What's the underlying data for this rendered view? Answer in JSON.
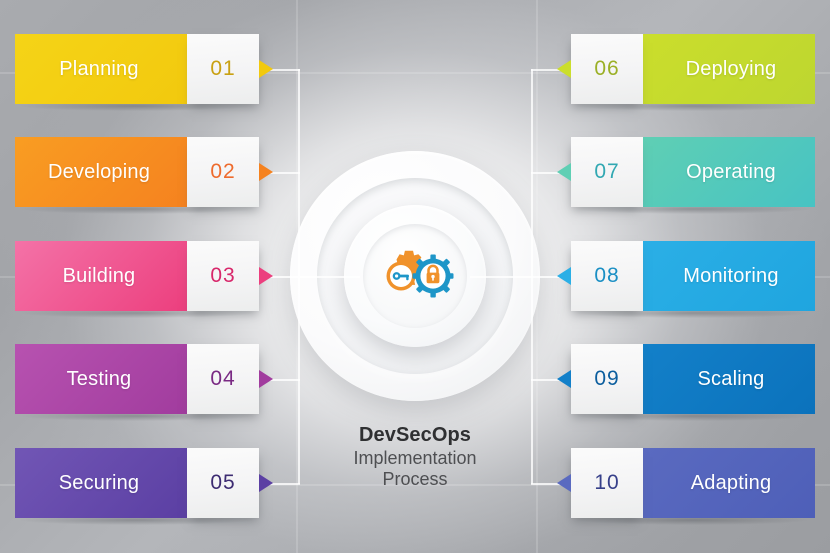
{
  "background": {
    "base_color": "#a3a5a9",
    "hub_glow_color": "#ffffff"
  },
  "center": {
    "title": "DevSecOps",
    "subtitle_line1": "Implementation",
    "subtitle_line2": "Process",
    "icons": [
      {
        "name": "gear-key-icon",
        "color": "#F0922B",
        "inner": "key"
      },
      {
        "name": "gear-lock-icon",
        "color": "#1E96C8",
        "inner": "padlock"
      }
    ]
  },
  "left_steps": [
    {
      "number": "01",
      "label": "Planning",
      "color": "#F5D417",
      "color_to": "#F2C90E",
      "num_color": "#C9A113"
    },
    {
      "number": "02",
      "label": "Developing",
      "color": "#F99D22",
      "color_to": "#F5821F",
      "num_color": "#EE6B2D"
    },
    {
      "number": "03",
      "label": "Building",
      "color": "#F472A7",
      "color_to": "#EC3F7E",
      "num_color": "#D8276B"
    },
    {
      "number": "04",
      "label": "Testing",
      "color": "#B752B0",
      "color_to": "#A13C9E",
      "num_color": "#7A2A84"
    },
    {
      "number": "05",
      "label": "Securing",
      "color": "#7156B5",
      "color_to": "#5B3FA3",
      "num_color": "#3D2C72"
    }
  ],
  "right_steps": [
    {
      "number": "06",
      "label": "Deploying",
      "color": "#BDD630",
      "color_to": "#CBDE2C",
      "num_color": "#9BB027"
    },
    {
      "number": "07",
      "label": "Operating",
      "color": "#47C3C3",
      "color_to": "#5FCFB4",
      "num_color": "#32A8B2"
    },
    {
      "number": "08",
      "label": "Monitoring",
      "color": "#1FA5DF",
      "color_to": "#2BAFE6",
      "num_color": "#1B8FC4"
    },
    {
      "number": "09",
      "label": "Scaling",
      "color": "#0B72BC",
      "color_to": "#1380C9",
      "num_color": "#0C5E9E"
    },
    {
      "number": "10",
      "label": "Adapting",
      "color": "#4E5FB8",
      "color_to": "#5A6AC0",
      "num_color": "#37408A"
    }
  ]
}
